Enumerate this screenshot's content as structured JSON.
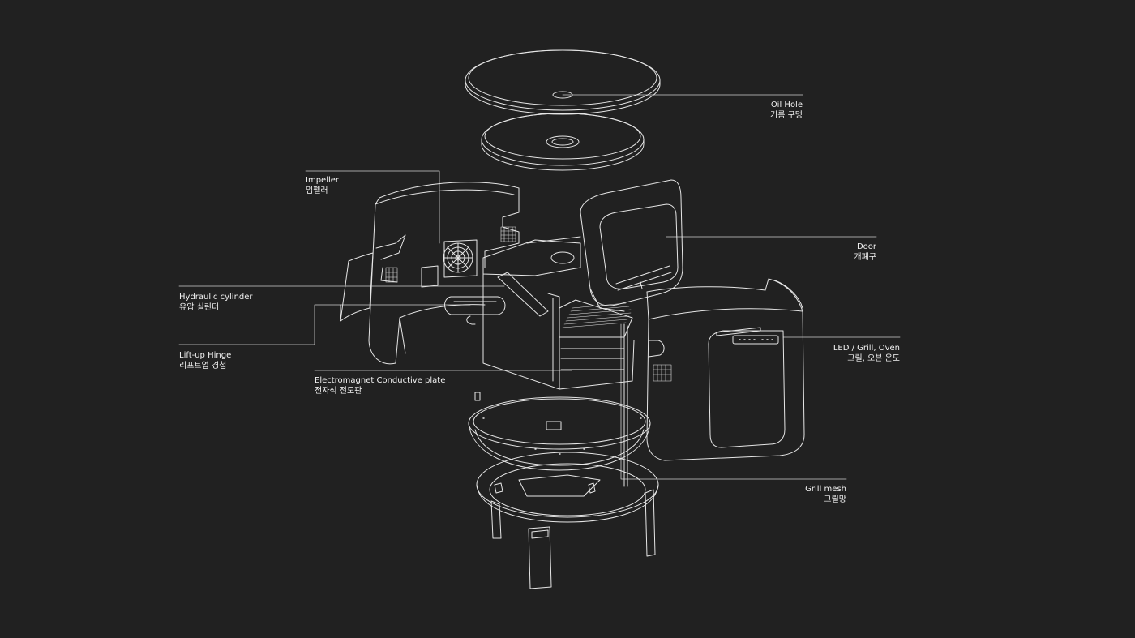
{
  "diagram": {
    "background": "#212121",
    "stroke_color": "#e6e6e6",
    "text_color": "#f2f2f2",
    "labels": {
      "oil_hole": {
        "en": "Oil Hole",
        "ko": "기름 구멍"
      },
      "door": {
        "en": "Door",
        "ko": "개폐구"
      },
      "led": {
        "en": "LED / Grill, Oven",
        "ko": "그릴, 오븐 온도"
      },
      "grill_mesh": {
        "en": "Grill mesh",
        "ko": "그릴망"
      },
      "impeller": {
        "en": "Impeller",
        "ko": "임펠러"
      },
      "hydraulic": {
        "en": "Hydraulic cylinder",
        "ko": "유압 실린더"
      },
      "hinge": {
        "en": "Lift-up Hinge",
        "ko": "리프트업 경첩"
      },
      "electro": {
        "en": "Electromagnet Conductive plate",
        "ko": "전자석 전도판"
      }
    }
  }
}
